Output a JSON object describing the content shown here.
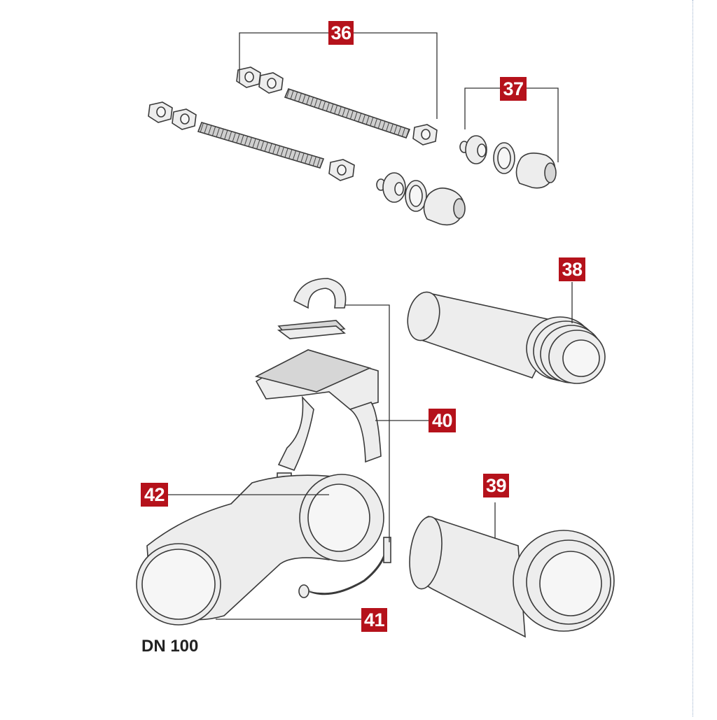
{
  "callouts": {
    "c36": "36",
    "c37": "37",
    "c38": "38",
    "c39": "39",
    "c40": "40",
    "c41": "41",
    "c42": "42"
  },
  "caption": "DN 100",
  "colors": {
    "callout_bg": "#b5121b",
    "callout_text": "#ffffff"
  }
}
